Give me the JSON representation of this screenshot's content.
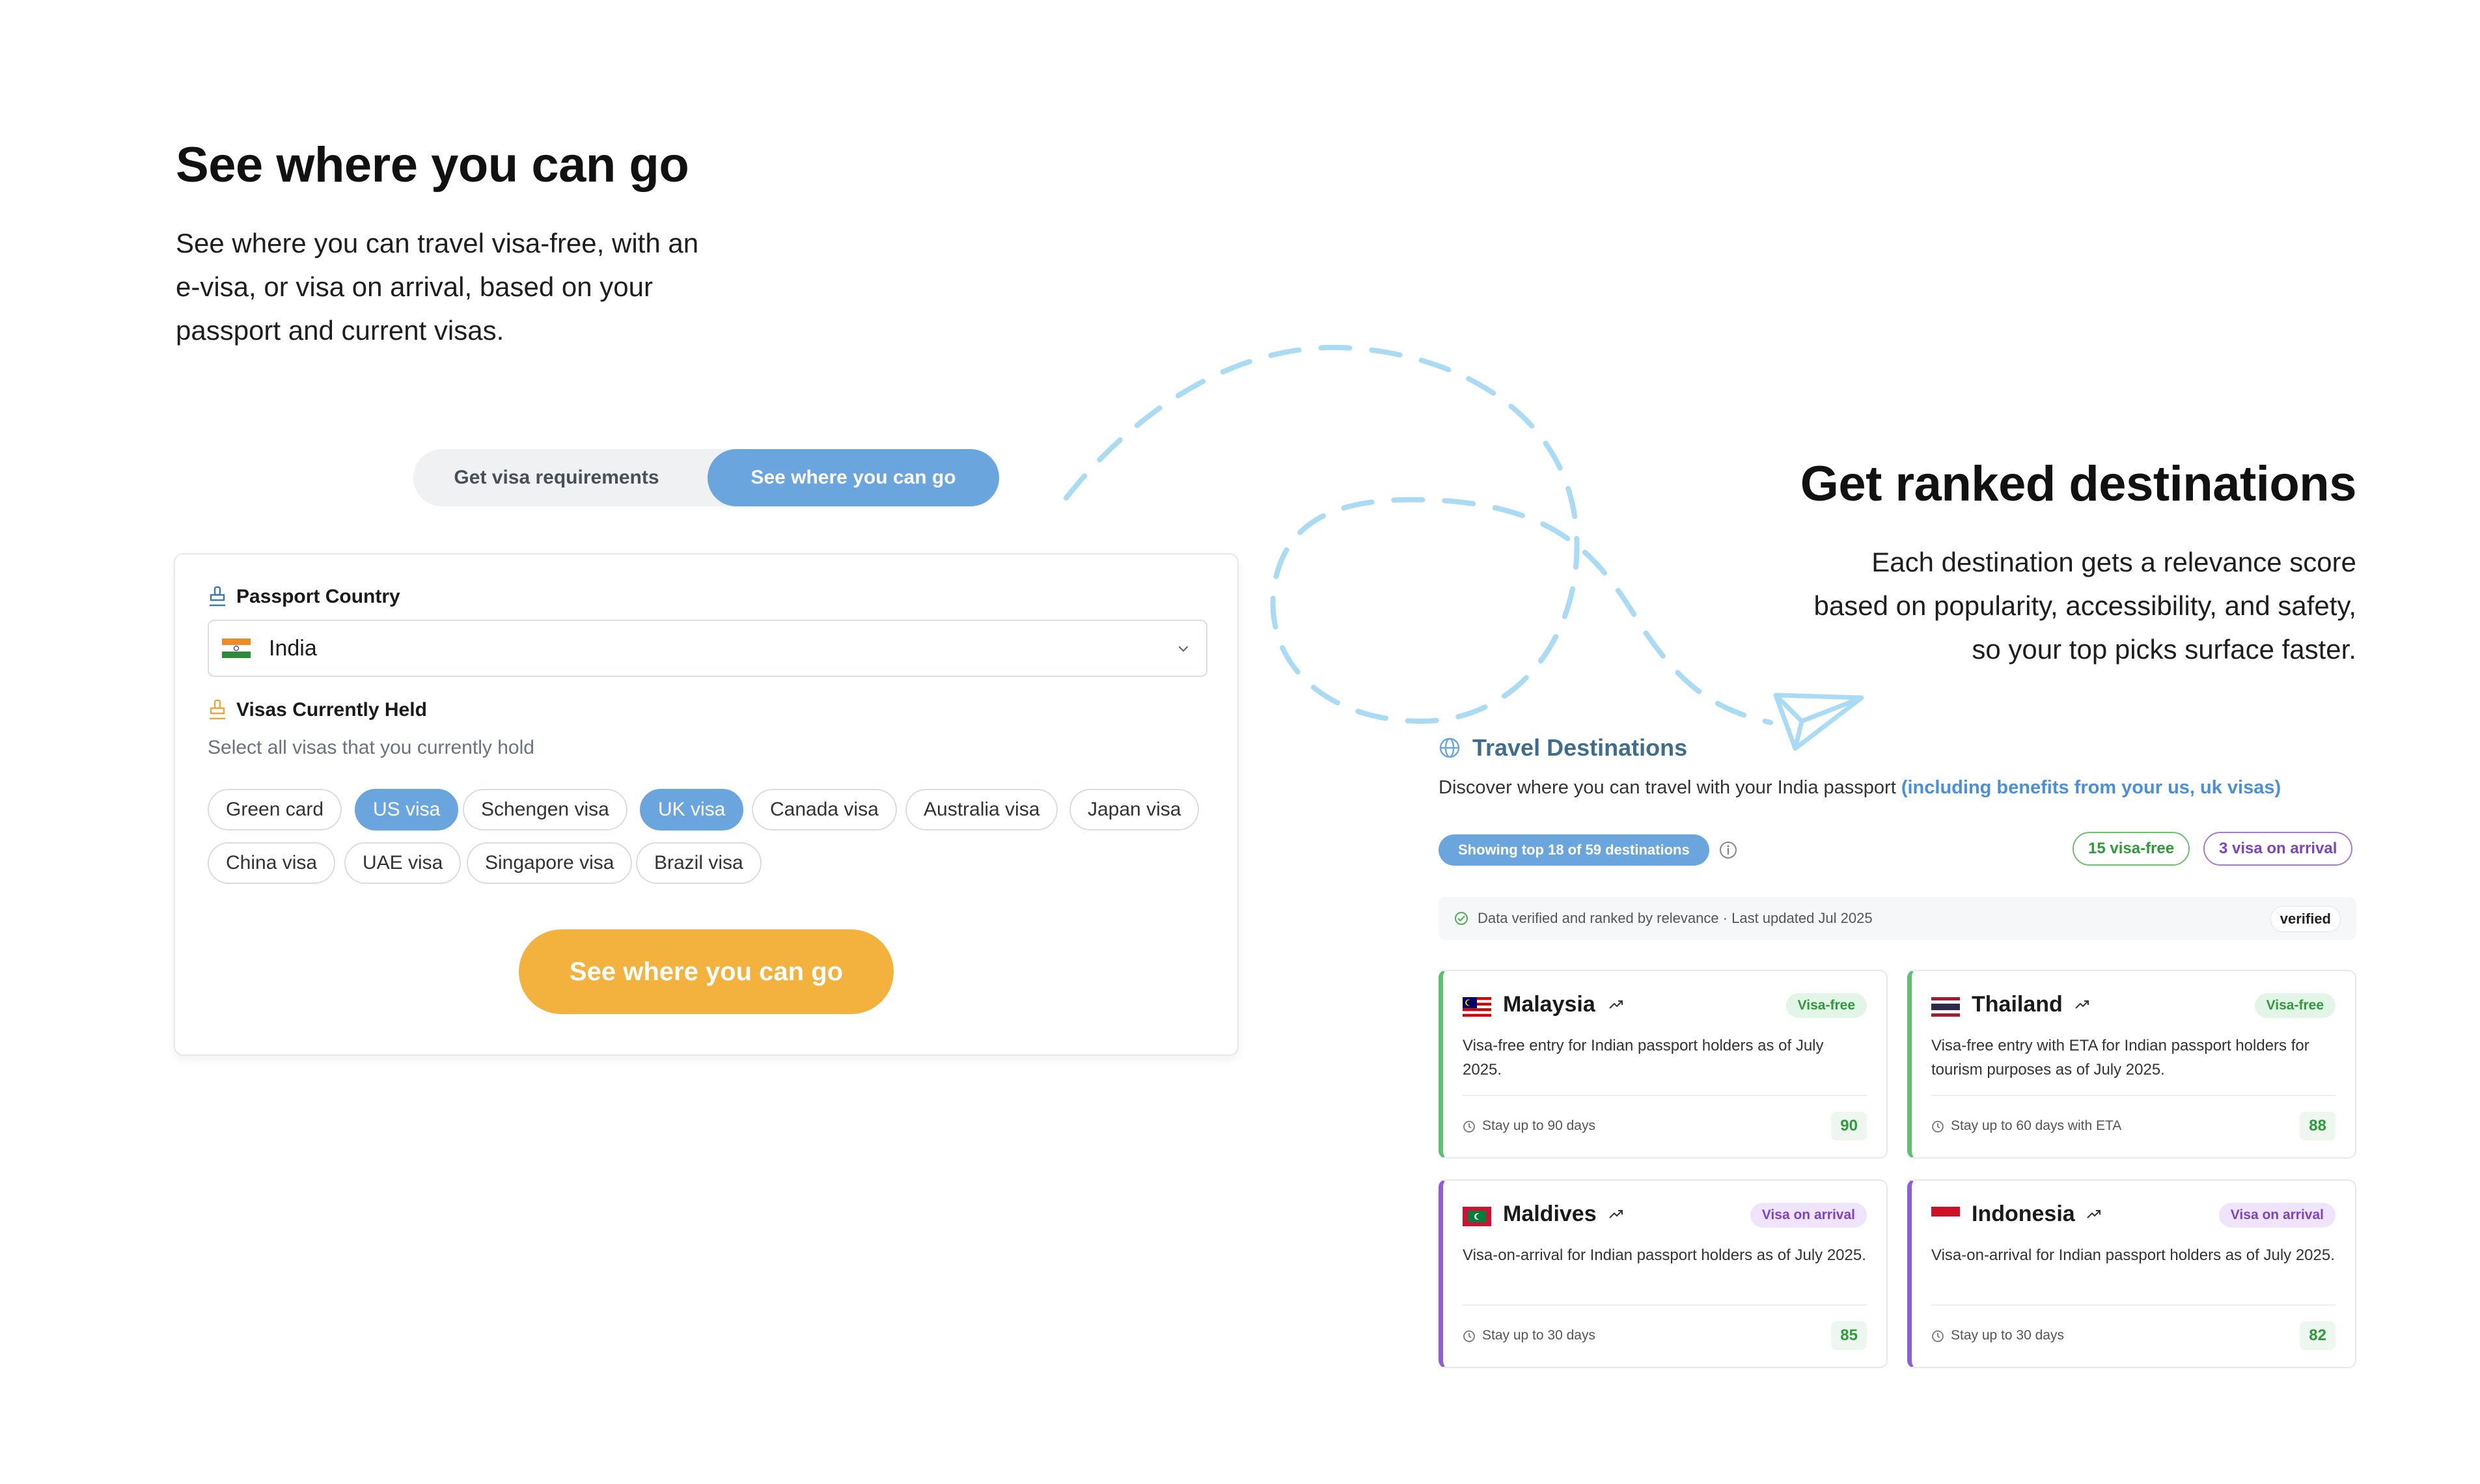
{
  "left": {
    "title": "See where you can go",
    "description": "See where you can travel visa-free, with an e-visa, or visa on arrival, based on your passport and current visas."
  },
  "tabs": {
    "get_requirements": "Get visa requirements",
    "see_where": "See where you can go",
    "active": "see_where"
  },
  "form": {
    "passport_label": "Passport Country",
    "country": "India",
    "visas_label": "Visas Currently Held",
    "visas_hint": "Select all visas that you currently hold",
    "visas": [
      {
        "label": "Green card",
        "selected": false
      },
      {
        "label": "US visa",
        "selected": true
      },
      {
        "label": "Schengen visa",
        "selected": false
      },
      {
        "label": "UK visa",
        "selected": true
      },
      {
        "label": "Canada visa",
        "selected": false
      },
      {
        "label": "Australia visa",
        "selected": false
      },
      {
        "label": "Japan visa",
        "selected": false
      },
      {
        "label": "China visa",
        "selected": false
      },
      {
        "label": "UAE visa",
        "selected": false
      },
      {
        "label": "Singapore visa",
        "selected": false
      },
      {
        "label": "Brazil visa",
        "selected": false
      }
    ],
    "submit_label": "See where you can go"
  },
  "right": {
    "title": "Get ranked destinations",
    "description": "Each destination gets a relevance score based on popularity, accessibility, and safety, so your top picks surface faster."
  },
  "panel": {
    "title": "Travel Destinations",
    "subtitle": "Discover where you can travel with your India passport",
    "subtitle_highlight": "(including benefits from your us, uk visas)",
    "showing": "Showing top 18 of 59 destinations",
    "visa_free_badge": "15 visa-free",
    "visa_arrival_badge": "3 visa on arrival",
    "verified_text": "Data verified and ranked by relevance · Last updated Jul 2025",
    "verified_tag": "verified",
    "destinations": [
      {
        "name": "Malaysia",
        "tag": "Visa-free",
        "desc": "Visa-free entry for Indian passport holders as of July 2025.",
        "stay": "Stay up to 90 days",
        "score": "90"
      },
      {
        "name": "Thailand",
        "tag": "Visa-free",
        "desc": "Visa-free entry with ETA for Indian passport holders for tourism purposes as of July 2025.",
        "stay": "Stay up to 60 days with ETA",
        "score": "88"
      },
      {
        "name": "Maldives",
        "tag": "Visa on arrival",
        "desc": "Visa-on-arrival for Indian passport holders as of July 2025.",
        "stay": "Stay up to 30 days",
        "score": "85"
      },
      {
        "name": "Indonesia",
        "tag": "Visa on arrival",
        "desc": "Visa-on-arrival for Indian passport holders as of July 2025.",
        "stay": "Stay up to 30 days",
        "score": "82"
      }
    ]
  },
  "colors": {
    "accent_blue": "#6aa6dd",
    "cta_orange": "#f2b23d",
    "deco_dash": "#a9dbf5",
    "visa_free_green": "#2e9b3a",
    "visa_arrival_purple": "#7d44c2"
  }
}
